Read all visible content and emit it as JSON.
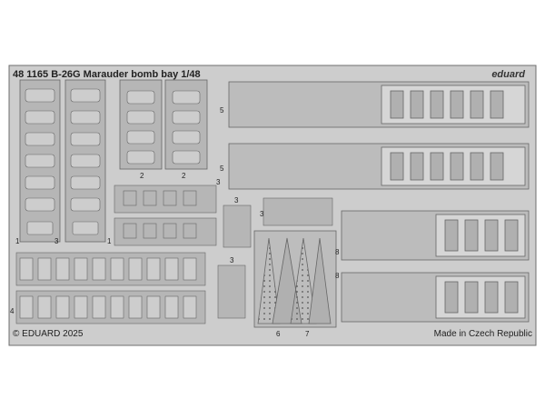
{
  "sheet": {
    "title": "48 1165 B-26G Marauder bomb bay 1/48",
    "brand": "eduard",
    "copyright": "© EDUARD 2025",
    "made_in": "Made in Czech Republic"
  },
  "part_numbers": [
    "1",
    "2",
    "3",
    "4",
    "5",
    "6",
    "7",
    "8"
  ],
  "colors": {
    "fret": "#c9c9c9",
    "part": "#b4b4b4",
    "outline": "#6f6f6f",
    "background": "#ffffff"
  }
}
